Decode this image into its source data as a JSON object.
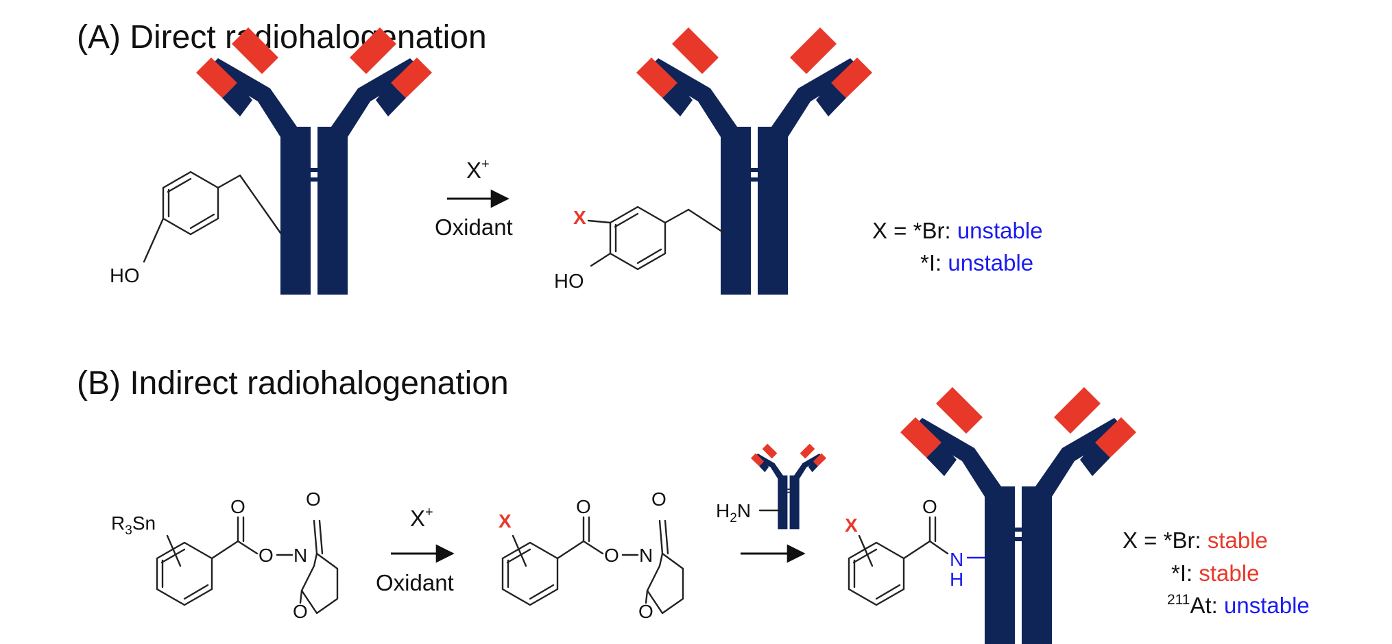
{
  "colors": {
    "heavy": "#0f2457",
    "light": "#e8382a",
    "red": "#e8382a",
    "blue": "#1b1bf0",
    "ink": "#111111"
  },
  "panel_a": {
    "title": "(A) Direct radiohalogenation",
    "reagent": "X",
    "reagent_charge": "+",
    "condition": "Oxidant",
    "ho_start": "HO",
    "ho_product": "HO",
    "x_label": "X",
    "result": {
      "row1_prefix": "X = *Br: ",
      "row1_status": "unstable",
      "row2_prefix": "*I: ",
      "row2_status": "unstable"
    }
  },
  "panel_b": {
    "title": "(B) Indirect radiohalogenation",
    "r3sn": "R",
    "r3sn_sub": "3",
    "r3sn_tail": "Sn",
    "reagent": "X",
    "reagent_charge": "+",
    "condition": "Oxidant",
    "x_label1": "X",
    "x_label2": "X",
    "amine": "H",
    "amine_sub": "2",
    "amine_tail": "N",
    "o": "O",
    "n": "N",
    "nh_n": "N",
    "nh_h": "H",
    "result": {
      "row1_prefix": "X = *Br: ",
      "row1_status": "stable",
      "row2_prefix": "*I: ",
      "row2_status": "stable",
      "row3_sup": "211",
      "row3_prefix": "At: ",
      "row3_status": "unstable"
    }
  }
}
